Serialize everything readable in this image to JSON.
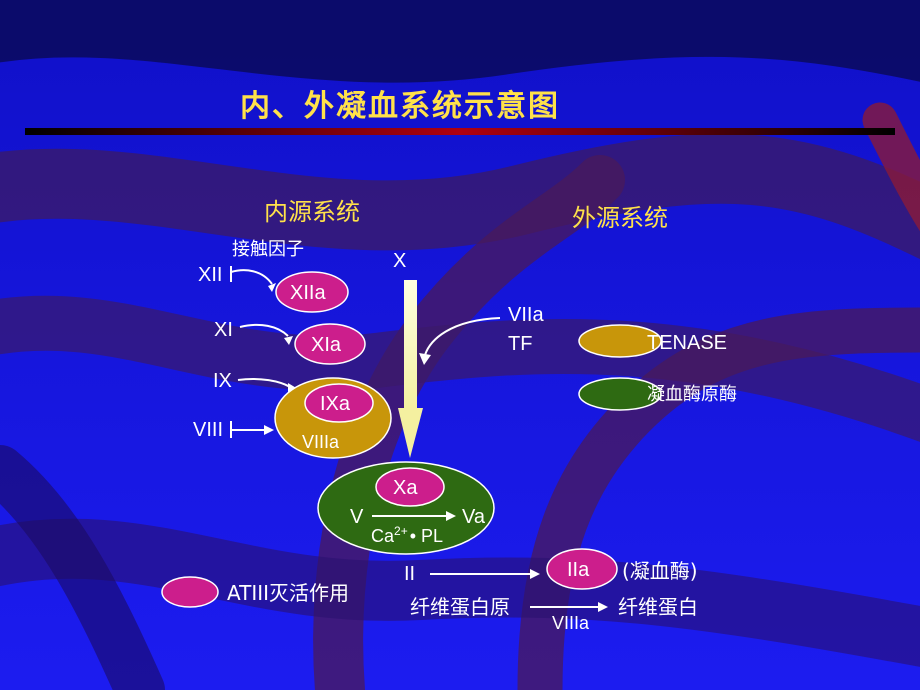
{
  "title": "内、外凝血系统示意图",
  "intrinsic_label": "内源系统",
  "extrinsic_label": "外源系统",
  "contact_factor": "接触因子",
  "factors": {
    "xii": "XII",
    "xiia": "XIIa",
    "xi": "XI",
    "xia": "XIa",
    "ix": "IX",
    "ixa": "IXa",
    "viii": "VIII",
    "viiia": "VIIIa",
    "x": "X",
    "xa": "Xa",
    "v": "V",
    "va": "Va",
    "ca": "Ca",
    "ca_sup": "2+",
    "pl": "• PL",
    "viia": "VIIa",
    "tf": "TF",
    "ii": "II",
    "iia": "IIa",
    "thrombin": "(凝血酶)",
    "fibrinogen": "纤维蛋白原",
    "fibrin": "纤维蛋白",
    "viiia_bottom": "VIIIa"
  },
  "legend": {
    "tenase": "TENASE",
    "prothrombinase": "凝血酶原酶",
    "atiii": "ATIII灭活作用"
  },
  "colors": {
    "background": "#1a1ae8",
    "title": "#ffe14a",
    "magenta": "#cc1e8c",
    "tenase": "#c8960a",
    "prothrombinase": "#2e6a12",
    "arrow_main": "#ffffcc"
  }
}
